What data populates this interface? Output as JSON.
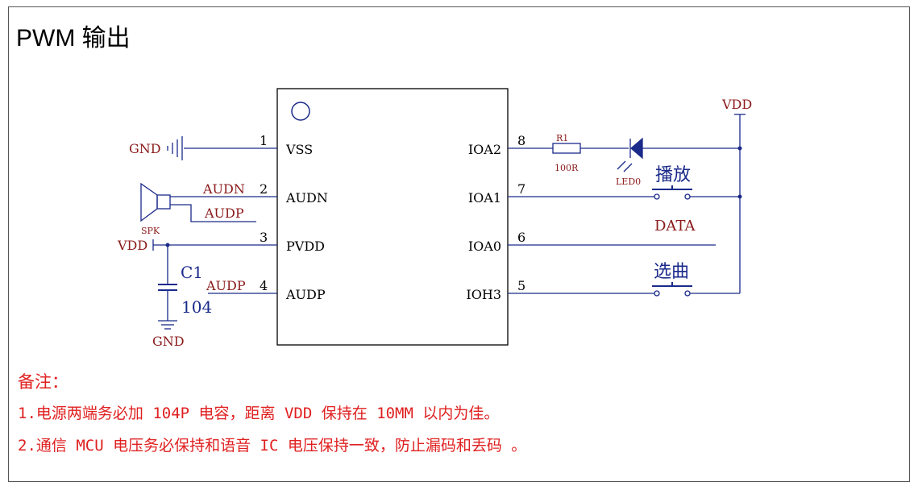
{
  "title": "PWM 输出",
  "chip": {
    "left_pins": [
      {
        "num": "1",
        "name": "VSS"
      },
      {
        "num": "2",
        "name": "AUDN"
      },
      {
        "num": "3",
        "name": "PVDD"
      },
      {
        "num": "4",
        "name": "AUDP"
      }
    ],
    "right_pins": [
      {
        "num": "8",
        "name": "IOA2"
      },
      {
        "num": "7",
        "name": "IOA1"
      },
      {
        "num": "6",
        "name": "IOA0"
      },
      {
        "num": "5",
        "name": "IOH3"
      }
    ]
  },
  "labels": {
    "gnd_left": "GND",
    "audn": "AUDN",
    "audp_spk": "AUDP",
    "spk": "SPK",
    "vdd_left": "VDD",
    "c1": "C1",
    "c1_value": "104",
    "audp_pin4": "AUDP",
    "gnd_bottom": "GND",
    "r1": "R1",
    "r1_value": "100R",
    "led": "LED0",
    "vdd_right": "VDD",
    "btn_play": "播放",
    "data": "DATA",
    "btn_select": "选曲"
  },
  "colors": {
    "net_label": "#8b1a1a",
    "wire": "#1a2a8a",
    "component": "#1a2a8a",
    "note": "#e02020"
  },
  "notes": {
    "heading": "备注：",
    "line1": "1.电源两端务必加 104P 电容，距离 VDD 保持在 10MM 以内为佳。",
    "line2": "2.通信 MCU 电压务必保持和语音 IC 电压保持一致，防止漏码和丢码 。"
  }
}
